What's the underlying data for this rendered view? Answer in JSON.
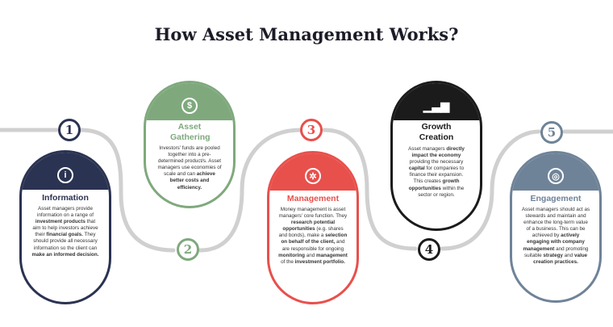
{
  "title": "How Asset Management Works?",
  "colors": {
    "navy": "#2b3352",
    "green": "#7fa97d",
    "red": "#e8504c",
    "black": "#1b1b1b",
    "slate": "#6f8398",
    "wave": "#cfcfcf"
  },
  "steps": [
    {
      "number": "1",
      "title": "Information",
      "icon": "info-icon",
      "text_parts": [
        {
          "t": "Asset managers provide information on a range of "
        },
        {
          "t": "investment products",
          "b": true
        },
        {
          "t": " that aim to help investors achieve their "
        },
        {
          "t": "financial goals.",
          "b": true
        },
        {
          "t": " They should provide all necessary information so the client can "
        },
        {
          "t": "make an informed decision.",
          "b": true
        }
      ]
    },
    {
      "number": "2",
      "title": "Asset Gathering",
      "icon": "money-bag-icon",
      "text_parts": [
        {
          "t": "Investors' funds are pooled together into a pre-determined product/s. Asset managers use economies of scale and can "
        },
        {
          "t": "achieve better costs and efficiency.",
          "b": true
        }
      ]
    },
    {
      "number": "3",
      "title": "Management",
      "icon": "gear-person-icon",
      "text_parts": [
        {
          "t": "Money management is asset managers' core function. They "
        },
        {
          "t": "research potential opportunities",
          "b": true
        },
        {
          "t": " (e.g. shares and bonds), make a "
        },
        {
          "t": "selection on behalf of the client,",
          "b": true
        },
        {
          "t": " and are responsible for ongoing "
        },
        {
          "t": "monitoring",
          "b": true
        },
        {
          "t": " and "
        },
        {
          "t": "management",
          "b": true
        },
        {
          "t": " of the "
        },
        {
          "t": "investment portfolio.",
          "b": true
        }
      ]
    },
    {
      "number": "4",
      "title": "Growth Creation",
      "icon": "growth-chart-icon",
      "text_parts": [
        {
          "t": "Asset managers "
        },
        {
          "t": "directly impact the economy",
          "b": true
        },
        {
          "t": " providing the necessary "
        },
        {
          "t": "capital",
          "b": true
        },
        {
          "t": " for companies to finance their expansion. This creates "
        },
        {
          "t": "growth opportunities",
          "b": true
        },
        {
          "t": " within the sector or region."
        }
      ]
    },
    {
      "number": "5",
      "title": "Engagement",
      "icon": "target-icon",
      "text_parts": [
        {
          "t": "Asset managers should act as stewards and maintain and enhance the long-term value of a business. This can be achieved by "
        },
        {
          "t": "actively engaging with company management",
          "b": true
        },
        {
          "t": " and promoting suitable "
        },
        {
          "t": "strategy",
          "b": true
        },
        {
          "t": " and "
        },
        {
          "t": "value creation practices.",
          "b": true
        }
      ]
    }
  ]
}
